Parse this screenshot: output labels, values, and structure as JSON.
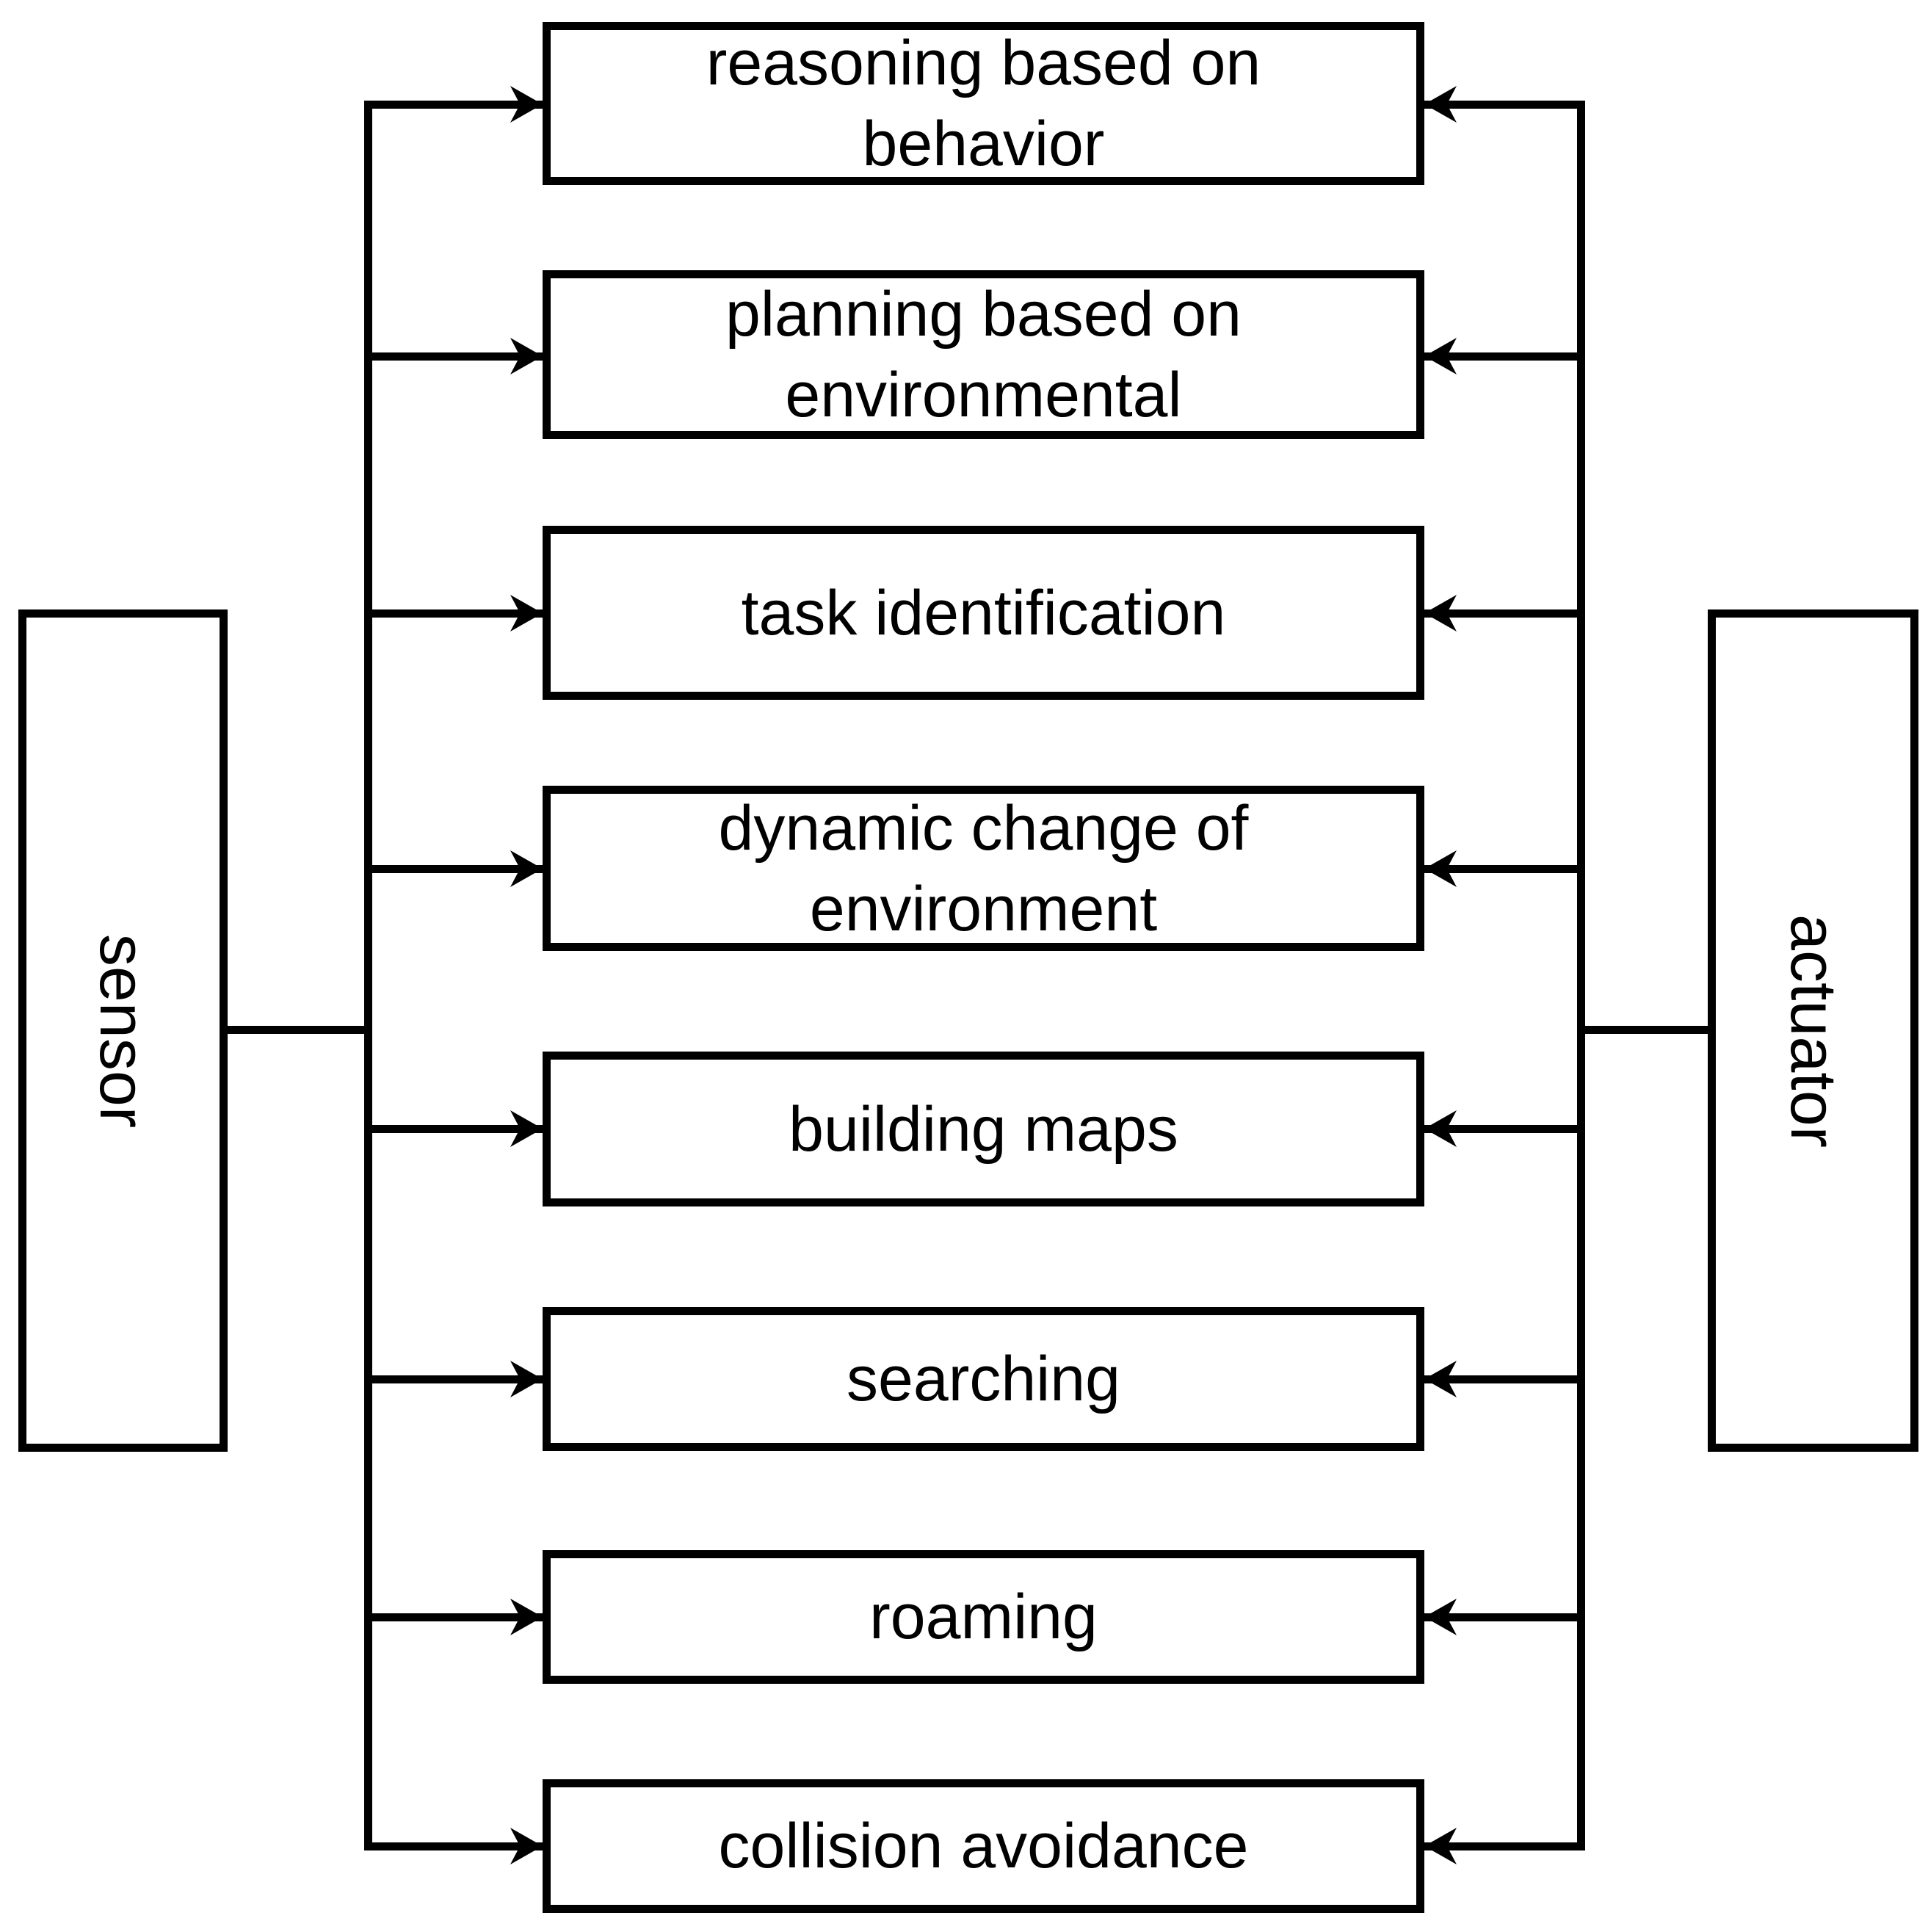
{
  "diagram": {
    "background_color": "#ffffff",
    "line_color": "#000000",
    "nodes": {
      "sensor": {
        "label": "sensor"
      },
      "actuator": {
        "label": "actuator"
      }
    },
    "functions": [
      {
        "label": "reasoning based on\nbehavior"
      },
      {
        "label": "planning based on\nenvironmental"
      },
      {
        "label": "task identification"
      },
      {
        "label": "dynamic change of\nenvironment"
      },
      {
        "label": "building maps"
      },
      {
        "label": "searching"
      },
      {
        "label": "roaming"
      },
      {
        "label": "collision avoidance"
      }
    ],
    "edges": [
      {
        "from": "sensor",
        "to": "reasoning based on behavior"
      },
      {
        "from": "sensor",
        "to": "planning based on environmental"
      },
      {
        "from": "sensor",
        "to": "task identification"
      },
      {
        "from": "sensor",
        "to": "dynamic change of environment"
      },
      {
        "from": "sensor",
        "to": "building maps"
      },
      {
        "from": "sensor",
        "to": "searching"
      },
      {
        "from": "sensor",
        "to": "roaming"
      },
      {
        "from": "sensor",
        "to": "collision avoidance"
      },
      {
        "from": "actuator",
        "to": "reasoning based on behavior"
      },
      {
        "from": "actuator",
        "to": "planning based on environmental"
      },
      {
        "from": "actuator",
        "to": "task identification"
      },
      {
        "from": "actuator",
        "to": "dynamic change of environment"
      },
      {
        "from": "actuator",
        "to": "building maps"
      },
      {
        "from": "actuator",
        "to": "searching"
      },
      {
        "from": "actuator",
        "to": "roaming"
      },
      {
        "from": "actuator",
        "to": "collision avoidance"
      }
    ]
  }
}
